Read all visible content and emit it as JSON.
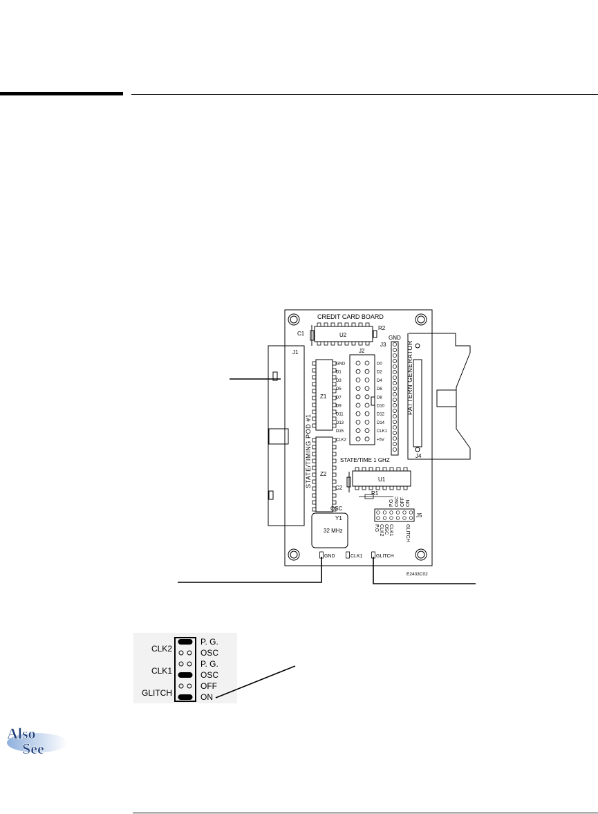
{
  "board": {
    "title": "CREDIT CARD BOARD",
    "figure_id": "E2433C02",
    "connectors": {
      "j1": "J1",
      "j2": "J2",
      "j3": "J3",
      "j4": "J4",
      "j5": "J5"
    },
    "components": {
      "c1": "C1",
      "c2": "C2",
      "r1": "R1",
      "r2": "R2",
      "u1": "U1",
      "u2": "U2",
      "z1": "Z1",
      "z2": "Z2",
      "y1": "Y1"
    },
    "pod_label": "STATE/TIMING POD #1",
    "pattern_label": "PATTERN GENERATOR",
    "state_time_label": "STATE/TIME 1 GHZ",
    "osc_label": "OSC",
    "osc_freq": "32 MHz",
    "gnd_top": "GND",
    "j2_signals_left": [
      "GND",
      "D1",
      "D3",
      "D5",
      "D7",
      "D9",
      "D11",
      "D13",
      "D15",
      "CLK2"
    ],
    "j2_signals_right": [
      "D0",
      "D2",
      "D4",
      "D6",
      "D8",
      "D10",
      "D12",
      "D14",
      "CLK1",
      "+5V"
    ],
    "j5_top_labels": [
      "P.G",
      "OSC",
      "OFF",
      "ON"
    ],
    "j5_bottom_labels": [
      "P.G",
      "CLK2",
      "OSC",
      "CLK1",
      "GLITCH"
    ],
    "test_points": [
      "GND",
      "CLK1",
      "GLITCH"
    ]
  },
  "jumper_detail": {
    "groups": [
      "CLK2",
      "CLK1",
      "GLITCH"
    ],
    "positions": [
      "P. G.",
      "OSC",
      "P. G.",
      "OSC",
      "OFF",
      "ON"
    ]
  },
  "also_see": {
    "line1": "Also",
    "line2": "See"
  }
}
